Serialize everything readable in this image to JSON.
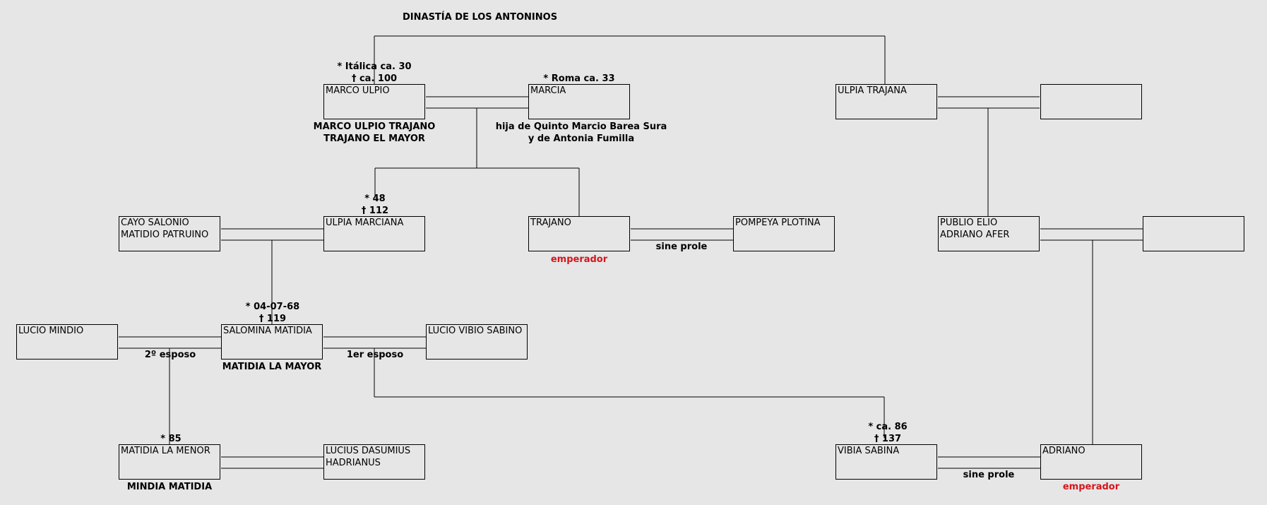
{
  "title": "DINASTÍA DE LOS ANTONINOS",
  "people": {
    "marco_ulpio": "MARCO ULPIO",
    "marcia": "MARCIA",
    "ulpia_trajana": "ULPIA TRAJANA",
    "ulpia_trajana_spouse": "",
    "cayo_salonio": "CAYO SALONIO\nMATIDIO PATRUINO",
    "ulpia_marciana": "ULPIA MARCIANA",
    "trajano": "TRAJANO",
    "pompeya_plotina": "POMPEYA PLOTINA",
    "publio_elio": "PUBLIO ELIO\nADRIANO AFER",
    "publio_elio_spouse": "",
    "lucio_mindio": "LUCIO MINDIO",
    "salomina_matidia": "SALOMINA MATIDIA",
    "lucio_vibio_sabino": "LUCIO VIBIO SABINO",
    "matidia_menor": "MATIDIA LA MENOR",
    "lucius_dasumius": "LUCIUS DASUMIUS\nHADRIANUS",
    "vibia_sabina": "VIBIA SABINA",
    "adriano": "ADRIANO"
  },
  "labels": {
    "marco_ulpio_dates": "* Itálica ca. 30\n† ca. 100",
    "marco_ulpio_alias": "MARCO ULPIO TRAJANO\nTRAJANO EL MAYOR",
    "marcia_dates": "* Roma ca. 33",
    "marcia_note": "hija de Quinto Marcio Barea Sura\ny de Antonia Fumilla",
    "ulpia_marciana_dates": "* 48\n† 112",
    "trajano_role": "emperador",
    "trajano_marriage": "sine prole",
    "salomina_dates": "* 04-07-68\n† 119",
    "mindio_marriage": "2º esposo",
    "sabino_marriage": "1er esposo",
    "salomina_alias": "MATIDIA LA MAYOR",
    "matidia_menor_dates": "* 85",
    "matidia_menor_alias": "MINDIA MATIDIA",
    "vibia_dates": "* ca. 86\n† 137",
    "adriano_marriage": "sine prole",
    "adriano_role": "emperador"
  }
}
